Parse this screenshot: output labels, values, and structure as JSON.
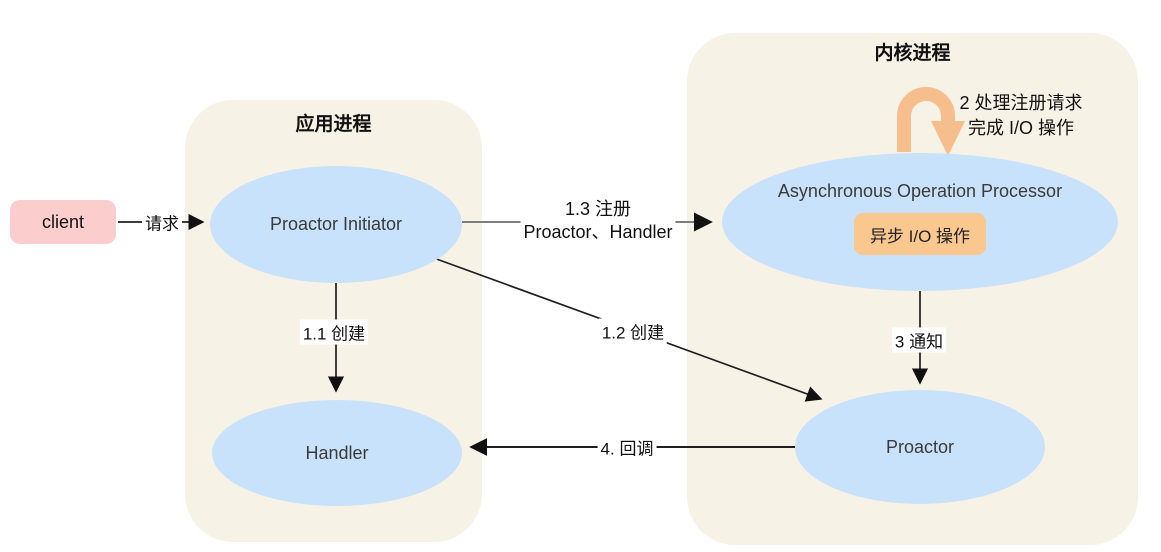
{
  "diagram": {
    "type": "flow-diagram",
    "colors": {
      "container_bg": "#F7F2E6",
      "ellipse_bg": "#C9E2FB",
      "client_bg": "#FBCDCD",
      "orange_accent": "#FAC78E",
      "line": "#1f1f1f",
      "register_line": "#7d7d7d"
    },
    "containers": {
      "app_process": {
        "title": "应用进程"
      },
      "kernel_process": {
        "title": "内核进程"
      }
    },
    "nodes": {
      "client": {
        "label": "client"
      },
      "proactor_initiator": {
        "label": "Proactor Initiator"
      },
      "handler": {
        "label": "Handler"
      },
      "async_operation_processor": {
        "label": "Asynchronous Operation Processor"
      },
      "async_io_operation": {
        "label": "异步 I/O 操作"
      },
      "proactor": {
        "label": "Proactor"
      }
    },
    "edges": {
      "request": {
        "label": "请求",
        "from": "client",
        "to": "proactor_initiator"
      },
      "register": {
        "lines": [
          "1.3 注册",
          "Proactor、Handler"
        ],
        "from": "proactor_initiator",
        "to": "async_operation_processor"
      },
      "create_handler": {
        "label": "1.1 创建",
        "from": "proactor_initiator",
        "to": "handler"
      },
      "create_proactor": {
        "label": "1.2 创建",
        "from": "proactor_initiator",
        "to": "proactor"
      },
      "notify": {
        "label": "3 通知",
        "from": "async_operation_processor",
        "to": "proactor"
      },
      "callback": {
        "label": "4. 回调",
        "from": "proactor",
        "to": "handler"
      }
    },
    "annotations": {
      "kernel_loop": {
        "icon": "u-turn-arrow-icon",
        "lines": [
          "2 处理注册请求",
          "完成 I/O 操作"
        ]
      }
    }
  }
}
